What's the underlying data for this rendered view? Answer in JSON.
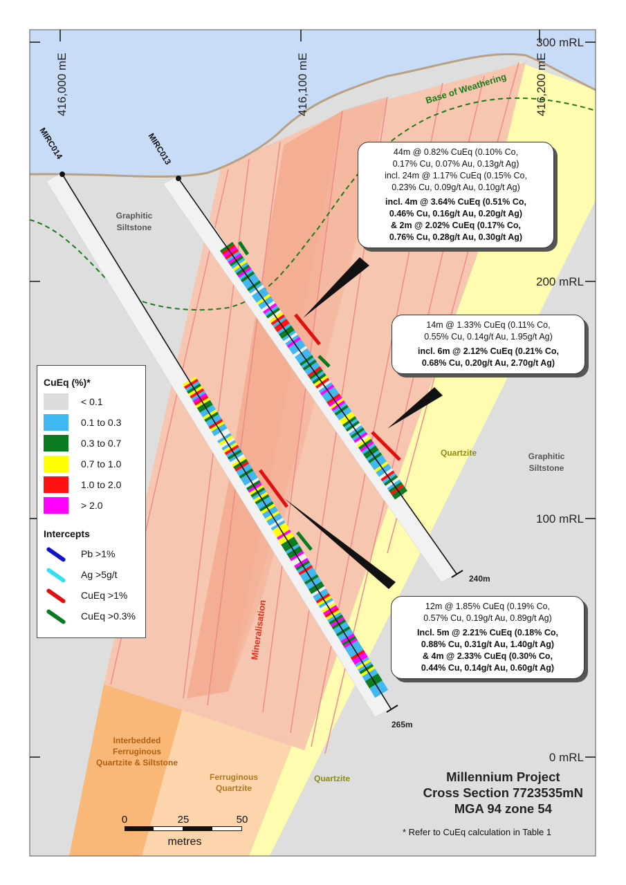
{
  "grid": {
    "eastings": [
      "416,000 mE",
      "416,100 mE",
      "416,200 mE"
    ],
    "rls": [
      "300 mRL",
      "200 mRL",
      "100 mRL",
      "0 mRL"
    ]
  },
  "drillholes": [
    {
      "name": "MIRC014",
      "depth": "265m"
    },
    {
      "name": "MIRC013",
      "depth": "240m"
    }
  ],
  "geology": {
    "base_of_weathering": "Base of Weathering",
    "graphitic_siltstone_left": [
      "Graphitic",
      "Siltstone"
    ],
    "graphitic_siltstone_right": [
      "Graphitic",
      "Siltstone"
    ],
    "quartzite_mid": "Quartzite",
    "quartzite_low": "Quartzite",
    "mineralisation": "Mineralisation",
    "interbedded": [
      "Interbedded",
      "Ferruginous",
      "Quartzite & Siltstone"
    ],
    "ferruginous": [
      "Ferruginous",
      "Quartzite"
    ]
  },
  "callouts": [
    {
      "lines": [
        "44m @ 0.82% CuEq (0.10% Co,",
        "0.17% Cu, 0.07% Au, 0.13g/t Ag)",
        "incl. 24m @ 1.17% CuEq (0.15% Co,",
        "0.23% Cu, 0.09g/t Au, 0.10g/t Ag)"
      ],
      "bold": [
        "incl. 4m @ 3.64% CuEq (0.51% Co,",
        "0.46% Cu,  0.16g/t Au, 0.20g/t Ag)",
        "& 2m @ 2.02% CuEq (0.17% Co,",
        "0.76% Cu,  0.28g/t Au, 0.30g/t Ag)"
      ]
    },
    {
      "lines": [
        "14m @ 1.33% CuEq (0.11% Co,",
        "0.55% Cu, 0.14g/t Au, 1.95g/t Ag)"
      ],
      "bold": [
        "incl. 6m @ 2.12% CuEq (0.21% Co,",
        "0.68% Cu, 0.20g/t Au, 2.70g/t Ag)"
      ]
    },
    {
      "lines": [
        "12m @ 1.85% CuEq (0.19% Co,",
        "0.57% Cu, 0.19g/t Au, 0.89g/t Ag)"
      ],
      "bold": [
        "Incl. 5m @ 2.21% CuEq (0.18% Co,",
        "0.88% Cu, 0.31g/t Au, 1.40g/t Ag)",
        "& 4m @ 2.33% CuEq (0.30% Co,",
        "0.44% Cu, 0.14g/t Au, 0.60g/t Ag)"
      ]
    }
  ],
  "legend": {
    "cueq_title": "CuEq (%)*",
    "cueq": [
      {
        "label": "< 0.1",
        "color": "#dcdcdc"
      },
      {
        "label": "0.1 to 0.3",
        "color": "#3fb7f0"
      },
      {
        "label": "0.3 to 0.7",
        "color": "#0a7a1e"
      },
      {
        "label": "0.7 to 1.0",
        "color": "#ffff00"
      },
      {
        "label": "1.0 to 2.0",
        "color": "#ff1010"
      },
      {
        "label": "> 2.0",
        "color": "#ff00ff"
      }
    ],
    "intercepts_title": "Intercepts",
    "intercepts": [
      {
        "label": "Pb >1%",
        "color": "#1010c8"
      },
      {
        "label": "Ag >5g/t",
        "color": "#33e0f0"
      },
      {
        "label": "CuEq >1%",
        "color": "#e01010"
      },
      {
        "label": "CuEq >0.3%",
        "color": "#0a7a1e"
      }
    ]
  },
  "scale": {
    "ticks": [
      "0",
      "25",
      "50"
    ],
    "unit": "metres"
  },
  "title": [
    "Millennium Project",
    "Cross Section 7723535mN",
    "MGA 94 zone 54"
  ],
  "note": "* Refer to CuEq calculation in Table 1"
}
